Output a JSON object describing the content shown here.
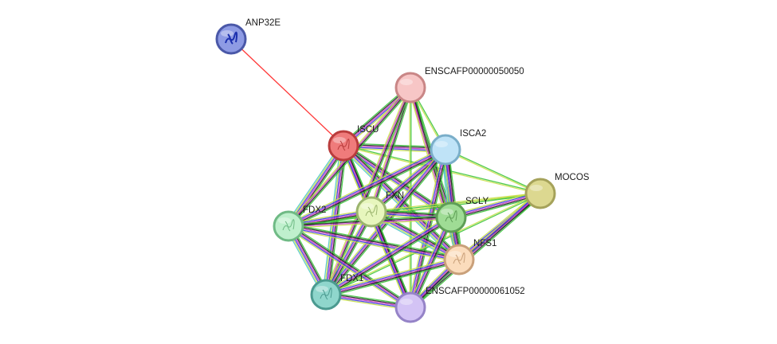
{
  "network": {
    "nodes": [
      {
        "id": "ANP32E",
        "label": "ANP32E",
        "color": "#8e9be4",
        "stroke": "#4a58a8",
        "icon": "protein-structure-icon"
      },
      {
        "id": "ENSCAFP00000050050",
        "label": "ENSCAFP00000050050",
        "color": "#f7c6c6",
        "stroke": "#c98686",
        "icon": ""
      },
      {
        "id": "ISCU",
        "label": "ISCU",
        "color": "#ef7b7b",
        "stroke": "#b93c3c",
        "icon": "protein-structure-icon"
      },
      {
        "id": "ISCA2",
        "label": "ISCA2",
        "color": "#bfe3f7",
        "stroke": "#7aaec9",
        "icon": ""
      },
      {
        "id": "MOCOS",
        "label": "MOCOS",
        "color": "#dcd890",
        "stroke": "#a5a25a",
        "icon": ""
      },
      {
        "id": "FXN",
        "label": "FXN",
        "color": "#e7f6bd",
        "stroke": "#9bb46e",
        "icon": "protein-structure-icon"
      },
      {
        "id": "FDX2",
        "label": "FDX2",
        "color": "#bff0cd",
        "stroke": "#6fba85",
        "icon": "protein-structure-icon"
      },
      {
        "id": "SCLY",
        "label": "SCLY",
        "color": "#9fdc95",
        "stroke": "#5e9e56",
        "icon": "protein-structure-icon"
      },
      {
        "id": "NFS1",
        "label": "NFS1",
        "color": "#fbdcbc",
        "stroke": "#c9a07a",
        "icon": "protein-structure-icon"
      },
      {
        "id": "FDX1",
        "label": "FDX1",
        "color": "#8fd6cc",
        "stroke": "#4b9a90",
        "icon": "protein-structure-icon"
      },
      {
        "id": "ENSCAFP00000061052",
        "label": "ENSCAFP00000061052",
        "color": "#d3c3f5",
        "stroke": "#9583c7",
        "icon": ""
      }
    ],
    "edges": [
      {
        "source": "ANP32E",
        "target": "ISCU",
        "colors": [
          "#ff2222"
        ]
      },
      {
        "source": "ISCU",
        "target": "ENSCAFP00000050050",
        "colors": [
          "#3cc43c",
          "#222222",
          "#c93ac9",
          "#3d3de0",
          "#c8e04a"
        ]
      },
      {
        "source": "ISCU",
        "target": "ISCA2",
        "colors": [
          "#3cc43c",
          "#222222",
          "#c93ac9",
          "#3d3de0",
          "#c8e04a"
        ]
      },
      {
        "source": "ISCU",
        "target": "MOCOS",
        "colors": [
          "#3cc43c",
          "#c8e04a"
        ]
      },
      {
        "source": "ISCU",
        "target": "FXN",
        "colors": [
          "#3cc43c",
          "#222222",
          "#c93ac9",
          "#3d3de0",
          "#c8e04a"
        ]
      },
      {
        "source": "ISCU",
        "target": "FDX2",
        "colors": [
          "#3cc43c",
          "#222222",
          "#c93ac9",
          "#3d3de0",
          "#c8e04a",
          "#50c8c8"
        ]
      },
      {
        "source": "ISCU",
        "target": "SCLY",
        "colors": [
          "#3cc43c",
          "#222222",
          "#c93ac9",
          "#3d3de0",
          "#c8e04a"
        ]
      },
      {
        "source": "ISCU",
        "target": "NFS1",
        "colors": [
          "#3cc43c",
          "#222222",
          "#c93ac9",
          "#3d3de0",
          "#c8e04a",
          "#50c8c8"
        ]
      },
      {
        "source": "ISCU",
        "target": "FDX1",
        "colors": [
          "#3cc43c",
          "#222222",
          "#c93ac9",
          "#3d3de0",
          "#c8e04a",
          "#50c8c8"
        ]
      },
      {
        "source": "ISCU",
        "target": "ENSCAFP00000061052",
        "colors": [
          "#3cc43c",
          "#222222",
          "#c93ac9",
          "#3d3de0",
          "#c8e04a"
        ]
      },
      {
        "source": "ENSCAFP00000050050",
        "target": "ISCA2",
        "colors": [
          "#3cc43c",
          "#c8e04a"
        ]
      },
      {
        "source": "ENSCAFP00000050050",
        "target": "FXN",
        "colors": [
          "#3cc43c",
          "#222222",
          "#c93ac9",
          "#c8e04a"
        ]
      },
      {
        "source": "ENSCAFP00000050050",
        "target": "FDX2",
        "colors": [
          "#3cc43c",
          "#222222",
          "#c93ac9",
          "#c8e04a"
        ]
      },
      {
        "source": "ENSCAFP00000050050",
        "target": "SCLY",
        "colors": [
          "#3cc43c",
          "#222222",
          "#c93ac9",
          "#c8e04a"
        ]
      },
      {
        "source": "ENSCAFP00000050050",
        "target": "NFS1",
        "colors": [
          "#3cc43c",
          "#222222",
          "#c93ac9",
          "#c8e04a"
        ]
      },
      {
        "source": "ENSCAFP00000050050",
        "target": "FDX1",
        "colors": [
          "#3cc43c",
          "#222222",
          "#c93ac9",
          "#c8e04a"
        ]
      },
      {
        "source": "ENSCAFP00000050050",
        "target": "ENSCAFP00000061052",
        "colors": [
          "#3cc43c",
          "#c8e04a"
        ]
      },
      {
        "source": "ISCA2",
        "target": "MOCOS",
        "colors": [
          "#3cc43c",
          "#c8e04a"
        ]
      },
      {
        "source": "ISCA2",
        "target": "FXN",
        "colors": [
          "#3cc43c",
          "#222222",
          "#c93ac9",
          "#3d3de0",
          "#c8e04a"
        ]
      },
      {
        "source": "ISCA2",
        "target": "FDX2",
        "colors": [
          "#3cc43c",
          "#222222",
          "#c93ac9",
          "#3d3de0",
          "#c8e04a"
        ]
      },
      {
        "source": "ISCA2",
        "target": "SCLY",
        "colors": [
          "#3cc43c",
          "#222222",
          "#c93ac9",
          "#3d3de0",
          "#c8e04a",
          "#50c8c8"
        ]
      },
      {
        "source": "ISCA2",
        "target": "NFS1",
        "colors": [
          "#3cc43c",
          "#222222",
          "#c93ac9",
          "#3d3de0",
          "#c8e04a",
          "#50c8c8"
        ]
      },
      {
        "source": "ISCA2",
        "target": "FDX1",
        "colors": [
          "#3cc43c",
          "#222222",
          "#c93ac9",
          "#3d3de0",
          "#c8e04a"
        ]
      },
      {
        "source": "ISCA2",
        "target": "ENSCAFP00000061052",
        "colors": [
          "#3cc43c",
          "#222222",
          "#c93ac9",
          "#3d3de0",
          "#c8e04a"
        ]
      },
      {
        "source": "MOCOS",
        "target": "FXN",
        "colors": [
          "#3cc43c",
          "#c8e04a"
        ]
      },
      {
        "source": "MOCOS",
        "target": "FDX2",
        "colors": [
          "#3cc43c",
          "#c8e04a"
        ]
      },
      {
        "source": "MOCOS",
        "target": "SCLY",
        "colors": [
          "#3cc43c",
          "#222222",
          "#c93ac9",
          "#3d3de0",
          "#c8e04a"
        ]
      },
      {
        "source": "MOCOS",
        "target": "NFS1",
        "colors": [
          "#3cc43c",
          "#222222",
          "#c93ac9",
          "#3d3de0",
          "#c8e04a"
        ]
      },
      {
        "source": "MOCOS",
        "target": "FDX1",
        "colors": [
          "#3cc43c",
          "#c8e04a"
        ]
      },
      {
        "source": "MOCOS",
        "target": "ENSCAFP00000061052",
        "colors": [
          "#3cc43c",
          "#222222",
          "#c93ac9",
          "#3d3de0",
          "#c8e04a"
        ]
      },
      {
        "source": "FXN",
        "target": "FDX2",
        "colors": [
          "#3cc43c",
          "#222222",
          "#c93ac9",
          "#3d3de0",
          "#c8e04a"
        ]
      },
      {
        "source": "FXN",
        "target": "SCLY",
        "colors": [
          "#3cc43c",
          "#222222",
          "#c93ac9",
          "#3d3de0",
          "#c8e04a"
        ]
      },
      {
        "source": "FXN",
        "target": "NFS1",
        "colors": [
          "#3cc43c",
          "#222222",
          "#c93ac9",
          "#3d3de0",
          "#c8e04a",
          "#50c8c8"
        ]
      },
      {
        "source": "FXN",
        "target": "FDX1",
        "colors": [
          "#3cc43c",
          "#222222",
          "#c93ac9",
          "#3d3de0",
          "#c8e04a"
        ]
      },
      {
        "source": "FXN",
        "target": "ENSCAFP00000061052",
        "colors": [
          "#3cc43c",
          "#222222",
          "#c93ac9",
          "#3d3de0",
          "#c8e04a"
        ]
      },
      {
        "source": "FDX2",
        "target": "SCLY",
        "colors": [
          "#3cc43c",
          "#222222",
          "#c93ac9",
          "#c8e04a"
        ]
      },
      {
        "source": "FDX2",
        "target": "NFS1",
        "colors": [
          "#3cc43c",
          "#222222",
          "#c93ac9",
          "#3d3de0",
          "#c8e04a"
        ]
      },
      {
        "source": "FDX2",
        "target": "FDX1",
        "colors": [
          "#3cc43c",
          "#222222",
          "#c93ac9",
          "#3d3de0",
          "#c8e04a",
          "#50c8c8"
        ]
      },
      {
        "source": "FDX2",
        "target": "ENSCAFP00000061052",
        "colors": [
          "#3cc43c",
          "#222222",
          "#c93ac9",
          "#3d3de0",
          "#c8e04a"
        ]
      },
      {
        "source": "SCLY",
        "target": "NFS1",
        "colors": [
          "#3cc43c",
          "#222222",
          "#c93ac9",
          "#3d3de0",
          "#c8e04a",
          "#50c8c8"
        ]
      },
      {
        "source": "SCLY",
        "target": "FDX1",
        "colors": [
          "#3cc43c",
          "#222222",
          "#c93ac9",
          "#3d3de0",
          "#c8e04a"
        ]
      },
      {
        "source": "SCLY",
        "target": "ENSCAFP00000061052",
        "colors": [
          "#3cc43c",
          "#222222",
          "#c93ac9",
          "#3d3de0",
          "#c8e04a"
        ]
      },
      {
        "source": "NFS1",
        "target": "FDX1",
        "colors": [
          "#3cc43c",
          "#222222",
          "#c93ac9",
          "#3d3de0",
          "#c8e04a"
        ]
      },
      {
        "source": "NFS1",
        "target": "ENSCAFP00000061052",
        "colors": [
          "#3cc43c",
          "#222222",
          "#c93ac9",
          "#3d3de0",
          "#c8e04a"
        ]
      },
      {
        "source": "FDX1",
        "target": "ENSCAFP00000061052",
        "colors": [
          "#3cc43c",
          "#222222",
          "#c93ac9",
          "#3d3de0",
          "#c8e04a"
        ]
      }
    ]
  }
}
